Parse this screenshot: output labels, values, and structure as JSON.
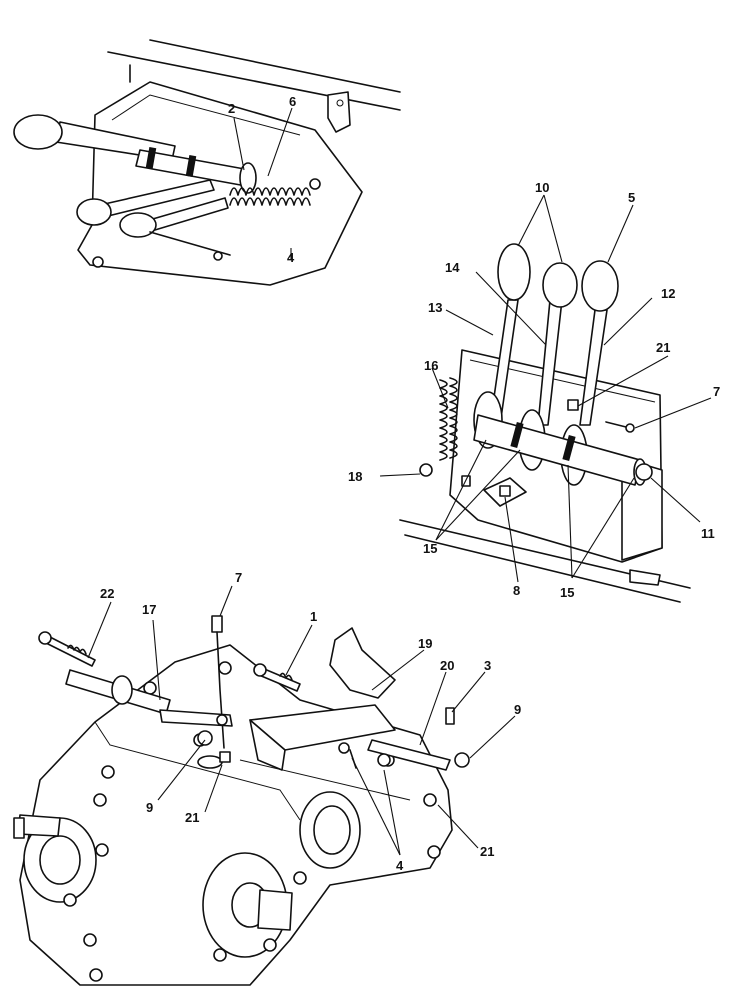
{
  "callouts": {
    "c2": "2",
    "c6": "6",
    "c4a": "4",
    "c10": "10",
    "c5": "5",
    "c14": "14",
    "c12": "12",
    "c13": "13",
    "c21a": "21",
    "c16": "16",
    "c7a": "7",
    "c18": "18",
    "c11": "11",
    "c15a": "15",
    "c8": "8",
    "c15b": "15",
    "c7b": "7",
    "c22": "22",
    "c17": "17",
    "c1": "1",
    "c19": "19",
    "c20": "20",
    "c3": "3",
    "c9a": "9",
    "c9b": "9",
    "c21b": "21",
    "c21c": "21",
    "c4b": "4"
  }
}
